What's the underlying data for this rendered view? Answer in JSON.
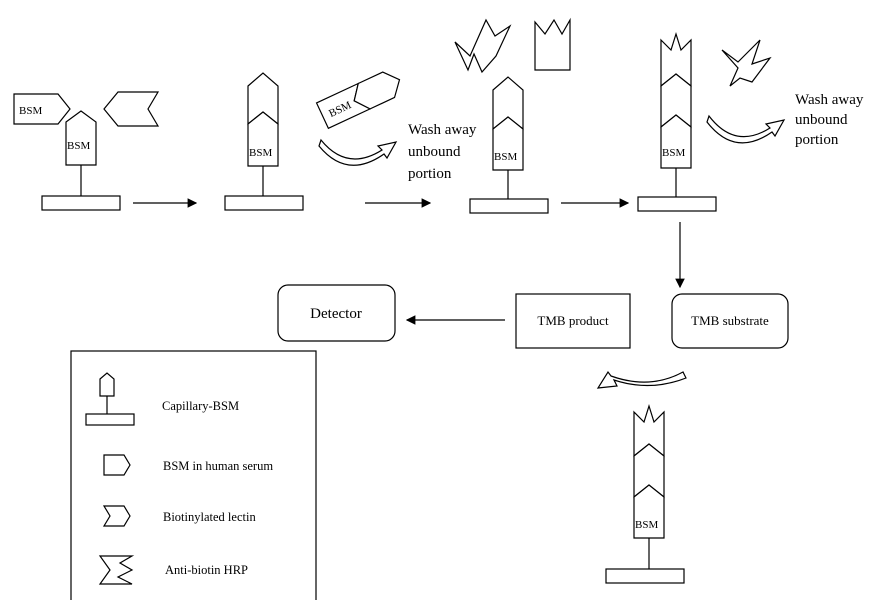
{
  "labels": {
    "bsm": "BSM",
    "wash_away_1": [
      "Wash away",
      "unbound",
      "portion"
    ],
    "wash_away_2": [
      "Wash away",
      "unbound",
      "portion"
    ],
    "detector": "Detector",
    "tmb_product": "TMB product",
    "tmb_substrate": "TMB substrate"
  },
  "legend": {
    "items": [
      {
        "label": "Capillary-BSM",
        "icon": "capillary-bsm-icon"
      },
      {
        "label": "BSM in human serum",
        "icon": "bsm-serum-icon"
      },
      {
        "label": "Biotinylated lectin",
        "icon": "biotinylated-lectin-icon"
      },
      {
        "label": "Anti-biotin HRP",
        "icon": "anti-biotin-hrp-icon"
      }
    ]
  }
}
